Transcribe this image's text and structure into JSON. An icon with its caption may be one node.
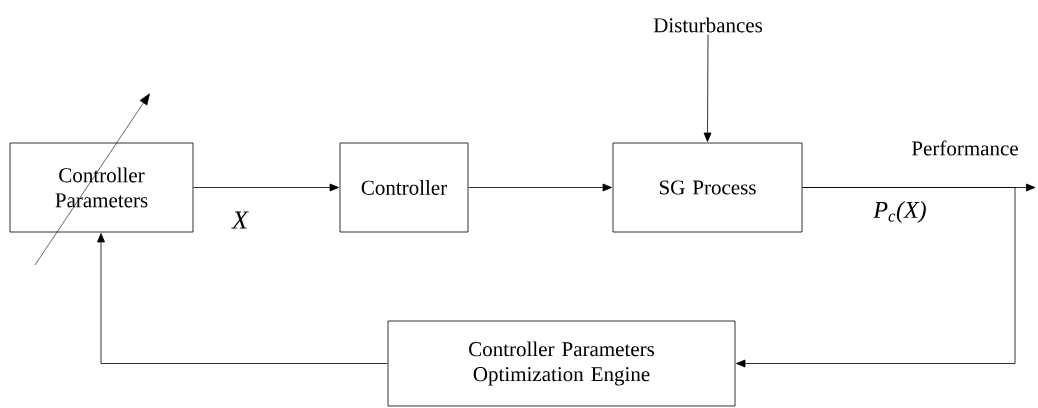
{
  "diagram": {
    "nodes": [
      {
        "text": [
          "Controller Parameters"
        ]
      },
      {
        "text": [
          "Controller"
        ]
      },
      {
        "text": [
          "SG Process"
        ]
      },
      {
        "text": [
          "Disturbances"
        ]
      },
      {
        "text": [
          "Controller Parameters Optimization Engine"
        ]
      }
    ],
    "edges": [
      {
        "from": 0,
        "to": 1,
        "arrow": "to",
        "label": "X"
      },
      {
        "from": 1,
        "to": 2,
        "arrow": "to"
      },
      {
        "from": 3,
        "to": 2,
        "arrow": "to"
      },
      {
        "from": 2,
        "to": null,
        "arrow": "to",
        "label": "Performance"
      },
      {
        "from": 2,
        "to": 4,
        "arrow": "to"
      },
      {
        "from": 4,
        "to": 0,
        "arrow": "to"
      }
    ],
    "labels": [
      "P$_{c}$(X)"
    ]
  }
}
